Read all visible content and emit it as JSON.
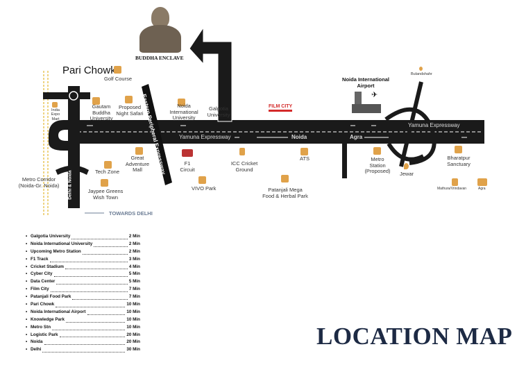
{
  "title": "LOCATION MAP",
  "landmark_top": "BUDDHA ENCLAVE",
  "map_labels": {
    "pari_chowk": "Pari Chowk",
    "golf_course": "Golf Course",
    "gautam_buddha": "Gautam Buddha University",
    "night_safari": "Proposed Night Safari",
    "noida_intl_univ": "Noida International University",
    "galgotia": "Galgotia University",
    "india_expo": "India Expo Mart",
    "metro_corridor": "Metro Corridor (Noida-Gr. Noida)",
    "tech_zone": "Tech Zone",
    "great_adventure": "Great Adventure Mall",
    "jaypee": "Jaypee Greens Wish Town",
    "f1": "F1 Circuit",
    "vivo": "VIVO Park",
    "icc": "ICC Cricket Ground",
    "ats": "ATS",
    "patanjali": "Patanjali Mega Food & Herbal Park",
    "airport": "Noida International Airport",
    "metro_station": "Metro Station (Proposed)",
    "jewar": "Jewar",
    "bulandshahr": "Bulandshahr",
    "bharatpur": "Bharatpur Sanctuary",
    "mathura": "Mathura/Vrindavan",
    "agra_place": "Agra",
    "film_city": "FILM CITY",
    "towards_delhi": "TOWARDS DELHI"
  },
  "road_labels": {
    "yamuna_left": "Yamuna Expressway",
    "yamuna_right": "Yamuna Expressway",
    "eastern_peripheral": "Eastern Peripheral Expressway",
    "delhi_noida": "Delhi & Noida",
    "noida": "Noida",
    "agra": "Agra"
  },
  "distances": [
    {
      "name": "Galgotia University",
      "time": "2 Min"
    },
    {
      "name": "Noida International University",
      "time": "2 Min"
    },
    {
      "name": "Upcoming Metro Station",
      "time": "2 Min"
    },
    {
      "name": "F1 Track",
      "time": "3 Min"
    },
    {
      "name": "Cricket Stadium",
      "time": "4 Min"
    },
    {
      "name": "Cyber City",
      "time": "5 Min"
    },
    {
      "name": "Data Center",
      "time": "5 Min"
    },
    {
      "name": "Film City",
      "time": "7 Min"
    },
    {
      "name": "Patanjali Food Park",
      "time": "7 Min"
    },
    {
      "name": "Pari Chowk",
      "time": "10 Min"
    },
    {
      "name": "Noida International Airport",
      "time": "10 Min"
    },
    {
      "name": "Knowledge Park",
      "time": "10 Min"
    },
    {
      "name": "Metro Stn",
      "time": "10 Min"
    },
    {
      "name": "Logistic Park",
      "time": "20 Min"
    },
    {
      "name": "Noida",
      "time": "20 Min"
    },
    {
      "name": "Delhi",
      "time": "30 Min"
    }
  ],
  "colors": {
    "road": "#1a1a1a",
    "icon": "#e0a24a",
    "title": "#1d2a44",
    "metro": "#e8c65a",
    "film_city": "#d42a2a"
  }
}
